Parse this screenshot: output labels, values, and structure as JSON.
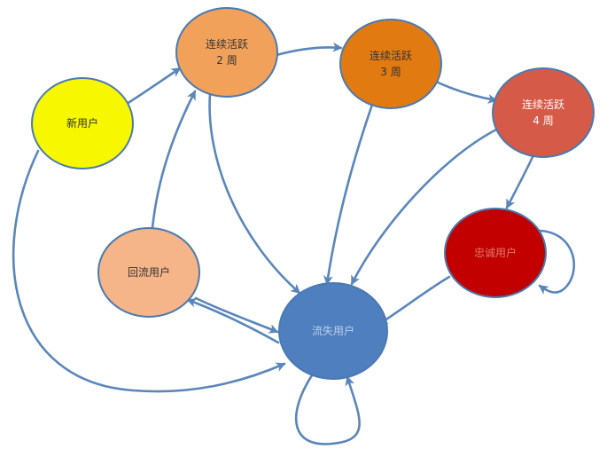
{
  "colors": {
    "edge": "#5a86bb",
    "node_border": "#4a7ab0"
  },
  "nodes": [
    {
      "id": "new_user",
      "lines": [
        "新用户"
      ],
      "fill": "#f7f700",
      "text_color": "#333333"
    },
    {
      "id": "active_2w",
      "lines": [
        "连续活跃",
        "2 周"
      ],
      "fill": "#f1a15a",
      "text_color": "#333333"
    },
    {
      "id": "active_3w",
      "lines": [
        "连续活跃",
        "3 周"
      ],
      "fill": "#e27a12",
      "text_color": "#333333"
    },
    {
      "id": "active_4w",
      "lines": [
        "连续活跃",
        "4 周"
      ],
      "fill": "#d55a47",
      "text_color": "#ffffff"
    },
    {
      "id": "loyal_user",
      "lines": [
        "忠诚用户"
      ],
      "fill": "#c20000",
      "text_color": "#e07a6a"
    },
    {
      "id": "return_user",
      "lines": [
        "回流用户"
      ],
      "fill": "#f6b489",
      "text_color": "#333333"
    },
    {
      "id": "lost_user",
      "lines": [
        "流失用户"
      ],
      "fill": "#4f7fbf",
      "text_color": "#bcd0ea"
    }
  ],
  "edges": [
    {
      "from": "new_user",
      "to": "active_2w"
    },
    {
      "from": "new_user",
      "to": "lost_user"
    },
    {
      "from": "active_2w",
      "to": "active_3w"
    },
    {
      "from": "active_2w",
      "to": "lost_user"
    },
    {
      "from": "active_3w",
      "to": "active_4w"
    },
    {
      "from": "active_3w",
      "to": "lost_user"
    },
    {
      "from": "active_4w",
      "to": "loyal_user"
    },
    {
      "from": "active_4w",
      "to": "lost_user"
    },
    {
      "from": "loyal_user",
      "to": "loyal_user"
    },
    {
      "from": "loyal_user",
      "to": "lost_user"
    },
    {
      "from": "return_user",
      "to": "active_2w"
    },
    {
      "from": "return_user",
      "to": "lost_user"
    },
    {
      "from": "lost_user",
      "to": "return_user"
    },
    {
      "from": "lost_user",
      "to": "lost_user"
    }
  ]
}
